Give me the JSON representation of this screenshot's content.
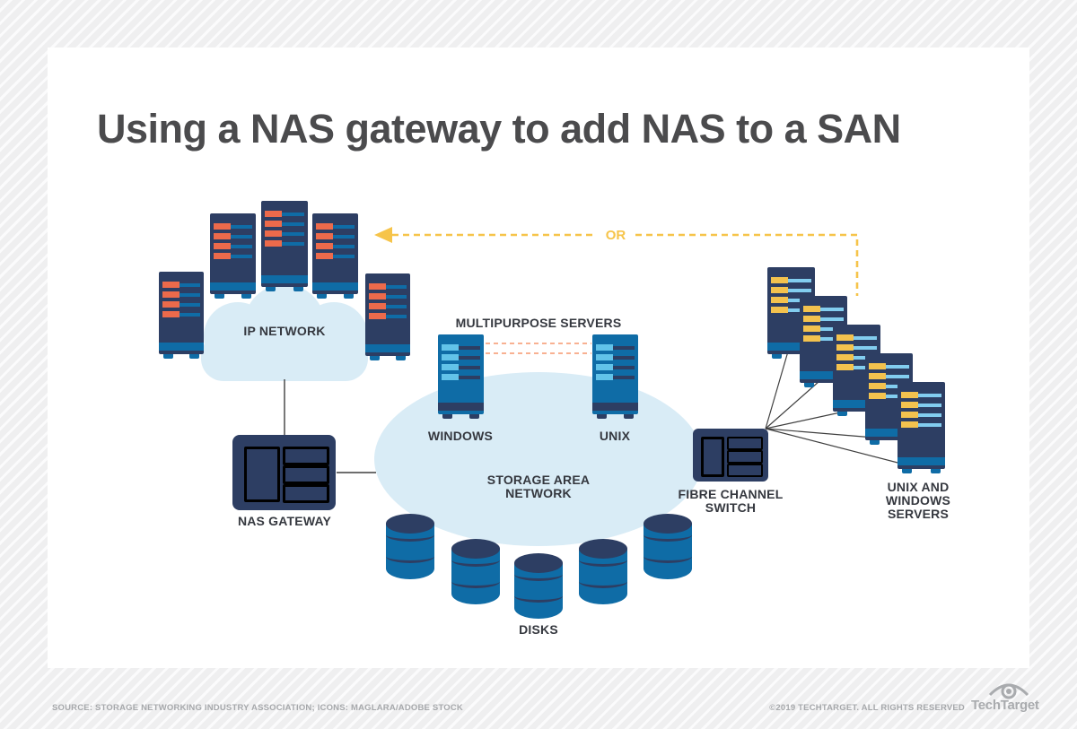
{
  "title": "Using a NAS gateway to add NAS to a SAN",
  "diagram": {
    "ip_network_label": "IP NETWORK",
    "multipurpose_servers_label": "MULTIPURPOSE SERVERS",
    "windows_label": "WINDOWS",
    "unix_label": "UNIX",
    "san_label": "STORAGE AREA NETWORK",
    "nas_gateway_label": "NAS GATEWAY",
    "fibre_switch_label": "FIBRE CHANNEL SWITCH",
    "right_servers_label": "UNIX AND WINDOWS SERVERS",
    "disks_label": "DISKS",
    "or_label": "OR"
  },
  "footer": {
    "source": "SOURCE: STORAGE NETWORKING INDUSTRY ASSOCIATION; ICONS: MAGLARA/ADOBE STOCK",
    "copyright": "©2019 TECHTARGET. ALL RIGHTS RESERVED",
    "brand": "TechTarget"
  },
  "colors": {
    "navy": "#2d3e63",
    "blue": "#0f6ca6",
    "light_blue_fill": "#d9ecf6",
    "orange": "#ec6a4b",
    "sky": "#62c3e9",
    "sky_line": "#82cdef",
    "yellow": "#f3c24e",
    "gold_dash": "#f6c44a",
    "gold_outline": "#d9a83d",
    "salmon_dash": "#f5976e",
    "line": "#3f3f3f",
    "title_text": "#4b4b4d",
    "label_text": "#35383f",
    "footer_text": "#a6a8ab"
  }
}
